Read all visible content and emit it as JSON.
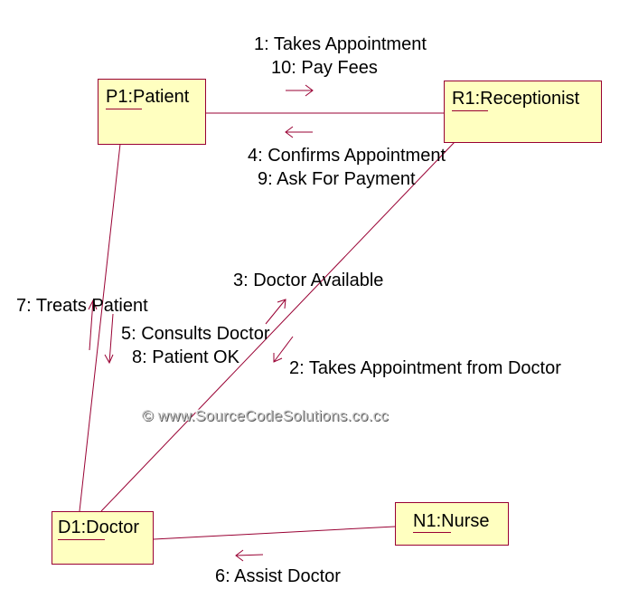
{
  "objects": {
    "patient": "P1:Patient",
    "receptionist": "R1:Receptionist",
    "doctor": "D1:Doctor",
    "nurse": "N1:Nurse"
  },
  "messages": {
    "m1": "1: Takes Appointment",
    "m10": "10: Pay Fees",
    "m4": "4: Confirms Appointment",
    "m9": "9: Ask For Payment",
    "m3": "3: Doctor Available",
    "m7": "7: Treats Patient",
    "m5": "5: Consults Doctor",
    "m8": "8: Patient OK",
    "m2": "2: Takes Appointment from Doctor",
    "m6": "6: Assist Doctor"
  },
  "watermark": "© www.SourceCodeSolutions.co.cc",
  "colors": {
    "line": "#990033",
    "object_fill": "#ffffc0"
  }
}
